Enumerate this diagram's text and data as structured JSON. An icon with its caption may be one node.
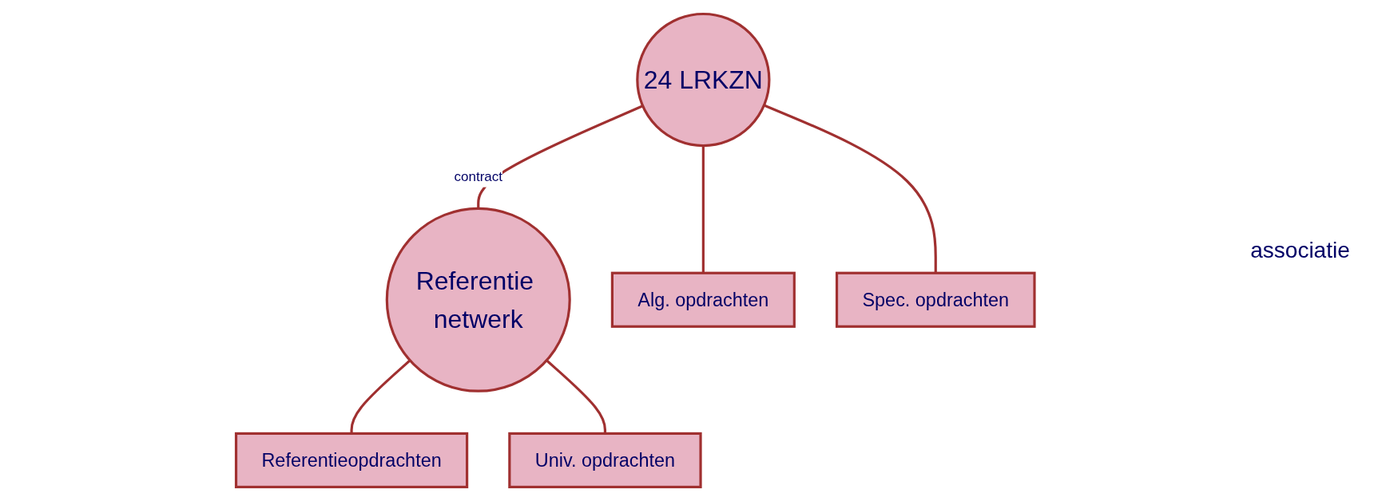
{
  "diagram": {
    "nodes": [
      {
        "text": [
          "24 LRKZN"
        ]
      },
      {
        "text": [
          "Referentie netwerk"
        ]
      },
      {
        "text": [
          "Alg. opdrachten"
        ]
      },
      {
        "text": [
          "Spec. opdrachten"
        ]
      },
      {
        "text": [
          "Referentieopdrachten"
        ]
      },
      {
        "text": [
          "Univ. opdrachten"
        ]
      }
    ],
    "edges": [
      {
        "from": 0,
        "to": 1,
        "arrow": "none",
        "label": "contract"
      },
      {
        "from": 0,
        "to": 2,
        "arrow": "none"
      },
      {
        "from": 0,
        "to": 3,
        "arrow": "none"
      },
      {
        "from": 1,
        "to": 4,
        "arrow": "none"
      },
      {
        "from": 1,
        "to": 5,
        "arrow": "none"
      }
    ],
    "labels": [
      "associatie"
    ]
  }
}
